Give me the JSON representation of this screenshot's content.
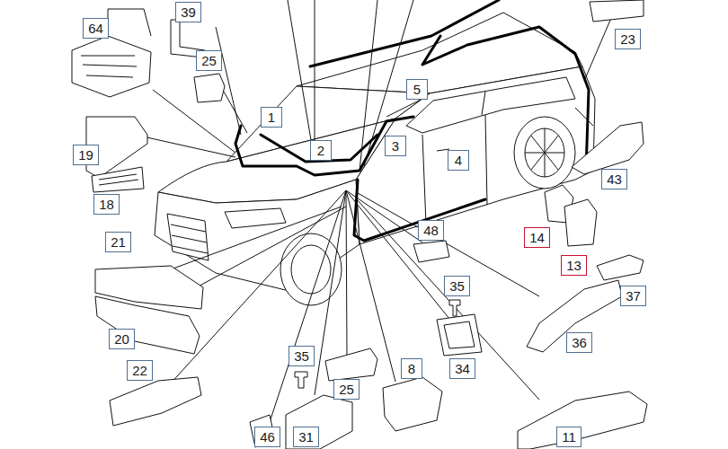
{
  "diagram": {
    "labels": [
      "39",
      "64",
      "23",
      "25",
      "5",
      "1",
      "3",
      "2",
      "19",
      "4",
      "43",
      "18",
      "48",
      "14",
      "21",
      "13",
      "35",
      "37",
      "20",
      "36",
      "35",
      "34",
      "8",
      "22",
      "25",
      "46",
      "31",
      "11"
    ]
  }
}
